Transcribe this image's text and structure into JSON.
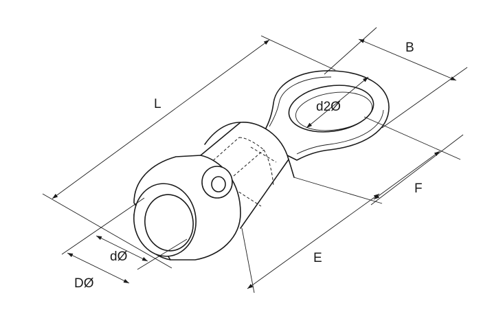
{
  "labels": {
    "length": "L",
    "ring_width": "B",
    "stud_hole": "d2Ø",
    "tongue_offset": "F",
    "barrel_length": "E",
    "inner_diameter": "dØ",
    "outer_diameter": "DØ"
  }
}
